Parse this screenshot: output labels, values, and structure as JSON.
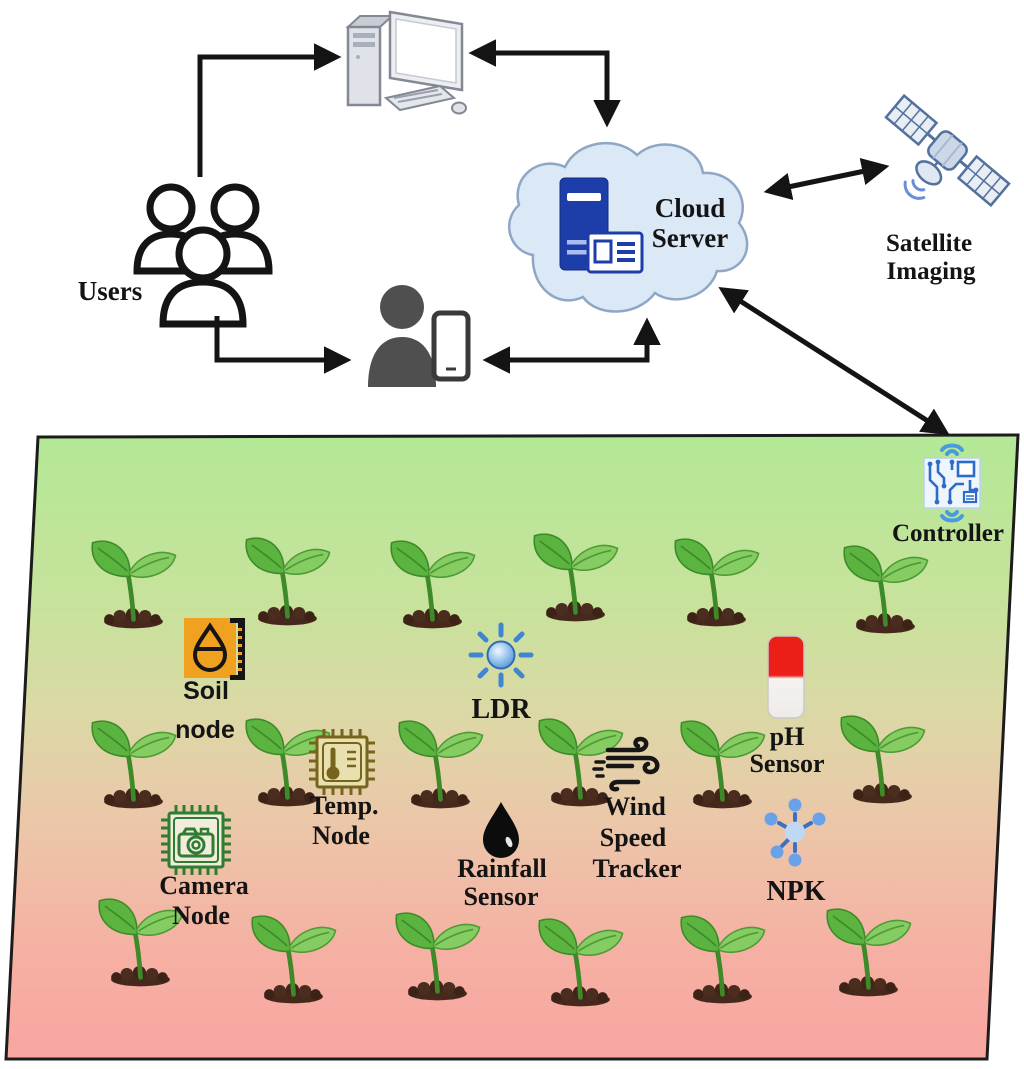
{
  "top": {
    "users": {
      "label": "Users",
      "icon": "users-group-icon"
    },
    "computer": {
      "icon": "desktop-computer-icon"
    },
    "mobile_user": {
      "icon": "person-with-phone-icon"
    },
    "cloud": {
      "label_lines": [
        "Cloud",
        "Server"
      ],
      "icon": "cloud-server-icon"
    },
    "satellite": {
      "label_lines": [
        "Satellite",
        "Imaging"
      ],
      "icon": "satellite-icon"
    }
  },
  "field": {
    "controller": {
      "label": "Controller",
      "icon": "circuit-board-wireless-icon",
      "color": "#2d6bc8"
    },
    "sensors": [
      {
        "id": "soil-node",
        "icon": "soil-moisture-drop-ruler-icon",
        "label_lines": [
          "Soil",
          "node"
        ],
        "color": "#f1a120"
      },
      {
        "id": "ldr",
        "icon": "sun-icon",
        "label_lines": [
          "LDR"
        ],
        "color": "#3f86d2"
      },
      {
        "id": "ph-sensor",
        "icon": "ph-test-strip-icon",
        "label_lines": [
          "pH",
          "Sensor"
        ],
        "color": "#eb1f18"
      },
      {
        "id": "temp-node",
        "icon": "chip-thermometer-icon",
        "label_lines": [
          "Temp.",
          "Node"
        ],
        "color": "#77651d"
      },
      {
        "id": "wind-speed-tracker",
        "icon": "wind-gust-icon",
        "label_lines": [
          "Wind",
          "Speed",
          "Tracker"
        ],
        "color": "#161616"
      },
      {
        "id": "camera-node",
        "icon": "chip-camera-icon",
        "label_lines": [
          "Camera",
          "Node"
        ],
        "color": "#2e7d32"
      },
      {
        "id": "rainfall-sensor",
        "icon": "raindrop-icon",
        "label_lines": [
          "Rainfall",
          "Sensor"
        ],
        "color": "#0c0c0c"
      },
      {
        "id": "npk",
        "icon": "molecule-icon",
        "label_lines": [
          "NPK"
        ],
        "color": "#69a2e8"
      }
    ],
    "plants": {
      "count": 18,
      "rows": 3,
      "per_row": 6
    },
    "gradient": {
      "top": "#b3e896",
      "middle": "#dcd8a6",
      "bottom": "#f9a5a0"
    }
  },
  "colors": {
    "arrow": "#141414",
    "cloud_fill": "#dbe8f6",
    "cloud_stroke": "#8fa6c4",
    "server_blue": "#1d3da8",
    "plant_green": "#5cb440",
    "soil_brown": "#46291c",
    "field_border": "#1c1c1c"
  }
}
